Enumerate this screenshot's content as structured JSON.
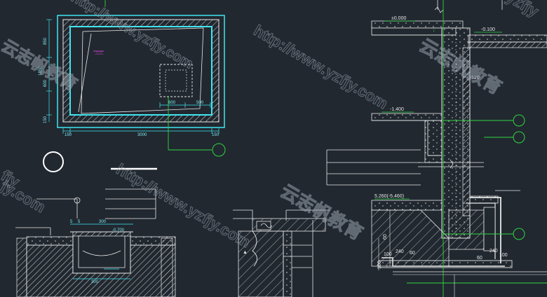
{
  "colors": {
    "background": "#212830",
    "outline": "#e8e8e8",
    "cyan": "#41e6f0",
    "green": "#2fd63f",
    "magenta": "#c040c0",
    "watermark": "#9aa4ae"
  },
  "plan": {
    "dims_bottom": [
      "150",
      "3000",
      "150"
    ],
    "dims_left": [
      "850",
      "1850",
      "600",
      "150"
    ],
    "dims_inner": [
      "600",
      "500"
    ]
  },
  "section_right": {
    "levels": [
      "±0.000",
      "-0.100",
      "-1.400",
      "5.260(-5.460)"
    ],
    "dims": [
      "120",
      "60",
      "240",
      "100",
      "60",
      "60",
      "240",
      "100",
      "100"
    ]
  },
  "detail_left": {
    "dims": [
      "5",
      "5",
      "300",
      "-0.700",
      "300"
    ]
  },
  "watermarks": [
    "http://www.yzfjy.com",
    "http://www.yzfjy.com",
    "http://www.yzfjy.com",
    "云志帆教育",
    "云志帆教育",
    "云志帆教育",
    "yzfjy",
    "jy.com",
    "fjy"
  ]
}
